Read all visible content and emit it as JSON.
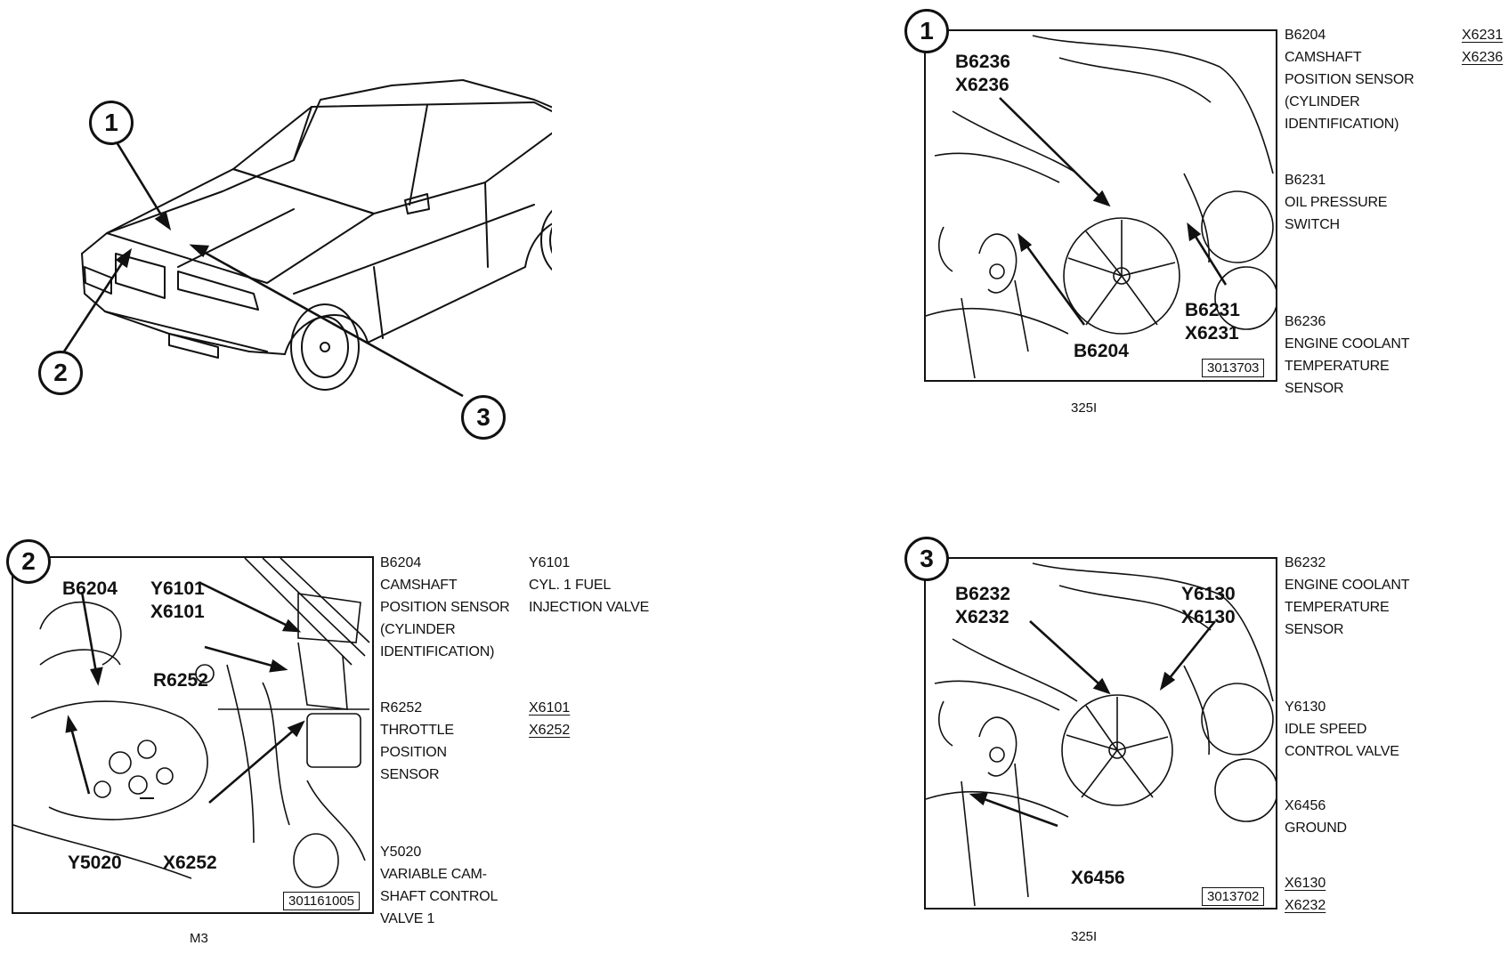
{
  "car_view": {
    "labels": [
      "1",
      "2",
      "3"
    ]
  },
  "panel1": {
    "badge": "1",
    "callouts": {
      "b6236": "B6236\nX6236",
      "b6231": "B6231\nX6231",
      "b6204": "B6204"
    },
    "figure_no": "3013703",
    "caption": "325I",
    "legend": [
      {
        "code": "B6204",
        "desc": "CAMSHAFT\nPOSITION SENSOR\n(CYLINDER\nIDENTIFICATION)"
      },
      {
        "code": "B6231",
        "desc": "OIL PRESSURE\nSWITCH"
      },
      {
        "code": "B6236",
        "desc": "ENGINE COOLANT\nTEMPERATURE\nSENSOR"
      }
    ],
    "connectors": [
      "X6231",
      "X6236"
    ]
  },
  "panel2": {
    "badge": "2",
    "callouts": {
      "b6204": "B6204",
      "y6101": "Y6101\nX6101",
      "r6252": "R6252",
      "y5020": "Y5020",
      "x6252": "X6252"
    },
    "figure_no": "301161005",
    "caption": "M3",
    "legend": [
      {
        "code": "B6204",
        "desc": "CAMSHAFT\nPOSITION SENSOR\n(CYLINDER\nIDENTIFICATION)"
      },
      {
        "code": "Y6101",
        "desc": "CYL. 1 FUEL\nINJECTION VALVE"
      },
      {
        "code": "R6252",
        "desc": "THROTTLE\nPOSITION\nSENSOR"
      },
      {
        "code": "Y5020",
        "desc": "VARIABLE CAM-\nSHAFT CONTROL\nVALVE 1"
      }
    ],
    "connectors": [
      "X6101",
      "X6252"
    ]
  },
  "panel3": {
    "badge": "3",
    "callouts": {
      "b6232": "B6232\nX6232",
      "y6130": "Y6130\nX6130",
      "x6456": "X6456"
    },
    "figure_no": "3013702",
    "caption": "325I",
    "legend": [
      {
        "code": "B6232",
        "desc": "ENGINE COOLANT\nTEMPERATURE\nSENSOR"
      },
      {
        "code": "Y6130",
        "desc": "IDLE SPEED\nCONTROL VALVE"
      },
      {
        "code": "X6456",
        "desc": "GROUND"
      }
    ],
    "connectors": [
      "X6130",
      "X6232"
    ]
  }
}
